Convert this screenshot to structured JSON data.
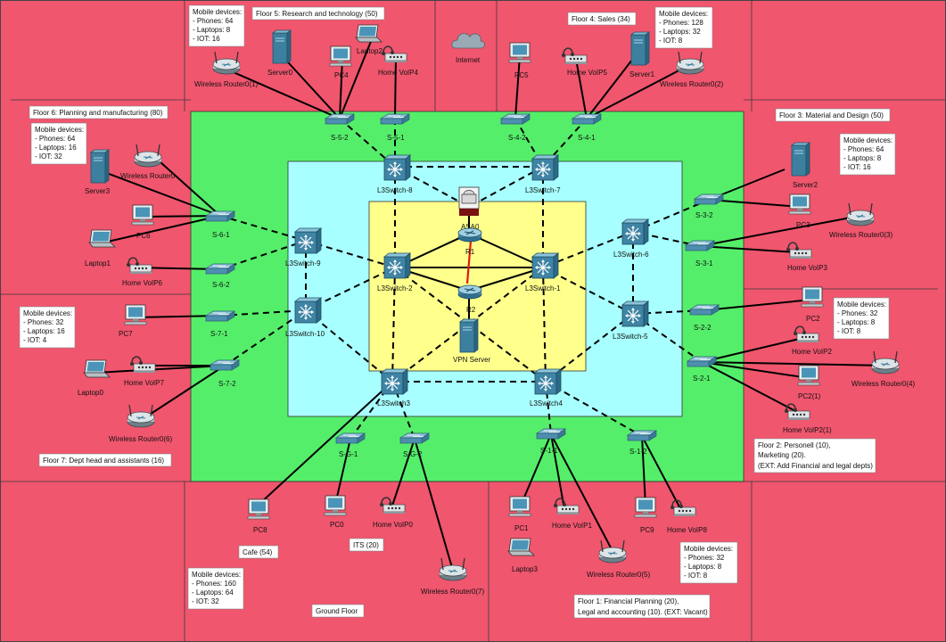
{
  "colors": {
    "outer": "#f0566e",
    "floor_line": "#3a3a3a",
    "green_zone": "#55ee6a",
    "cyan_zone": "#a8ffff",
    "yellow_zone": "#ffff8c",
    "link_solid": "#000000",
    "link_red": "#e01818",
    "device_blue": "#3d7f9e"
  },
  "boxes": {
    "floor5_title": "Floor 5: Research and technology (50)",
    "floor4_title": "Floor 4: Sales (34)",
    "floor6_title": "Floor 6: Planning and manufacturing (80)",
    "floor3_title": "Floor 3: Material and Design (50)",
    "floor7_title": "Floor 7: Dept head and assistants (16)",
    "floor2_line1": "Floor 2: Personell (10),",
    "floor2_line2": "Marketing (20).",
    "floor2_line3": "(EXT: Add Financial and legal depts)",
    "cafe": "Cafe (54)",
    "its": "ITS (20)",
    "ground": "Ground Floor",
    "floor1_line1": "Floor 1: Financial Planning (20),",
    "floor1_line2": "Legal and accounting (10). (EXT: Vacant)"
  },
  "mobile": {
    "heading": "Mobile devices:",
    "f5": [
      "- Phones: 64",
      "- Laptops: 8",
      "- IOT: 16"
    ],
    "f4": [
      "- Phones: 128",
      "- Laptops: 32",
      "- IOT: 8"
    ],
    "f6": [
      "- Phones: 64",
      "- Laptops: 16",
      "- IOT: 32"
    ],
    "f3": [
      "- Phones: 64",
      "- Laptops: 8",
      "- IOT: 16"
    ],
    "f7": [
      "- Phones: 32",
      "- Laptops: 16",
      "- IOT: 4"
    ],
    "f2": [
      "- Phones: 32",
      "- Laptops: 8",
      "- IOT: 8"
    ],
    "gf": [
      "- Phones: 160",
      "- Laptops: 64",
      "- IOT: 32"
    ],
    "f1": [
      "- Phones: 32",
      "- Laptops: 8",
      "- IOT: 8"
    ]
  },
  "devices": {
    "internet": "Internet",
    "asa0": "ASA0",
    "r1": "R1",
    "r2": "R2",
    "vpn": "VPN Server",
    "l3_1": "L3Switch-1",
    "l3_2": "L3Switch-2",
    "l3_3": "L3Switch3",
    "l3_4": "L3Switch4",
    "l3_5": "L3Switch-5",
    "l3_6": "L3Switch-6",
    "l3_7": "L3Switch-7",
    "l3_8": "L3Switch-8",
    "l3_9": "L3Switch-9",
    "l3_10": "L3Switch-10",
    "s52": "S-5-2",
    "s51": "S-5-1",
    "s42": "S-4-2",
    "s41": "S-4-1",
    "s61": "S-6-1",
    "s62": "S-6-2",
    "s71": "S-7-1",
    "s72": "S-7-2",
    "s32": "S-3-2",
    "s31": "S-3-1",
    "s22": "S-2-2",
    "s21": "S-2-1",
    "sg1": "S-G-1",
    "sg2": "S-G-2",
    "s11": "S-1-1",
    "s12": "S-1-2",
    "server0": "Server0",
    "server1": "Server1",
    "server2": "Server2",
    "server3": "Server3",
    "pc0": "PC0",
    "pc1": "PC1",
    "pc2": "PC2",
    "pc2_1": "PC2(1)",
    "pc3": "PC3",
    "pc4": "PC4",
    "pc5": "PC5",
    "pc6": "PC6",
    "pc7": "PC7",
    "pc8": "PC8",
    "pc9": "PC9",
    "laptop0": "Laptop0",
    "laptop1": "Laptop1",
    "laptop2": "Laptop2",
    "laptop3": "Laptop3",
    "voip0": "Home VoIP0",
    "voip1": "Home VoIP1",
    "voip2": "Home VoIP2",
    "voip2_1": "Home VoIP2(1)",
    "voip3": "Home VoIP3",
    "voip4": "Home VoIP4",
    "voip5": "Home VoIP5",
    "voip6": "Home VoIP6",
    "voip7": "Home VoIP7",
    "voip8": "Home VoIP8",
    "wr0_1": "Wireless Router0(1)",
    "wr0_2": "Wireless Router0(2)",
    "wr0_3": "Wireless Router0(3)",
    "wr0_4": "Wireless Router0(4)",
    "wr0_5": "Wireless Router0(5)",
    "wr0_6": "Wireless Router0(6)",
    "wr0_7": "Wireless Router0(7)",
    "wr0": "Wireless Router0"
  }
}
